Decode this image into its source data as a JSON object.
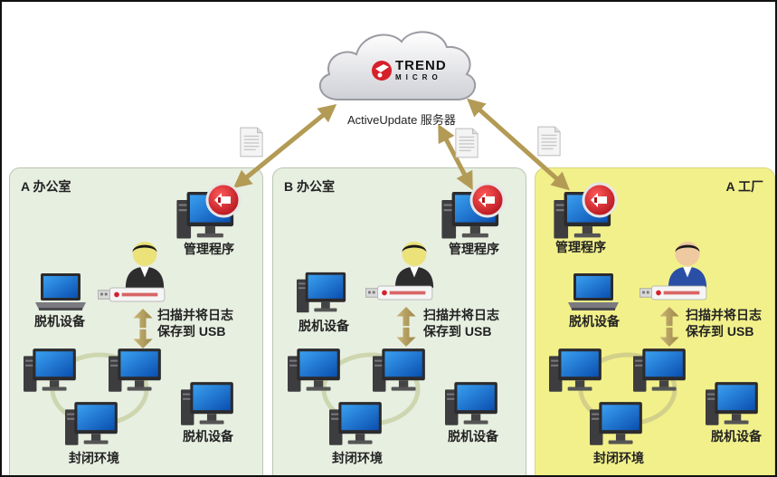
{
  "server": {
    "logo_top": "TREND",
    "logo_bottom": "MICRO",
    "label": "ActiveUpdate 服务器"
  },
  "colors": {
    "office_bg": "#e7efe1",
    "factory_bg": "#f2f08a",
    "arrow": "#b9a15c",
    "cloud": "#e9e9ec",
    "brand_red": "#d6202a"
  },
  "sites": [
    {
      "title": "A 办公室",
      "manager_label": "管理程序",
      "scan_label_line1": "扫描并将日志",
      "scan_label_line2": "保存到 USB",
      "offline_label_1": "脱机设备",
      "offline_label_2": "脱机设备",
      "closed_env_label": "封闭环境"
    },
    {
      "title": "B 办公室",
      "manager_label": "管理程序",
      "scan_label_line1": "扫描并将日志",
      "scan_label_line2": "保存到 USB",
      "offline_label_1": "脱机设备",
      "offline_label_2": "脱机设备",
      "closed_env_label": "封闭环境"
    },
    {
      "title": "A 工厂",
      "manager_label": "管理程序",
      "scan_label_line1": "扫描并将日志",
      "scan_label_line2": "保存到 USB",
      "offline_label_1": "脱机设备",
      "offline_label_2": "脱机设备",
      "closed_env_label": "封闭环境"
    }
  ]
}
